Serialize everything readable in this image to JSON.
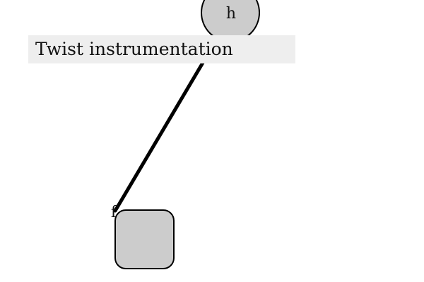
{
  "diagram": {
    "banner_text": "Twist instrumentation",
    "nodes": [
      {
        "id": "h",
        "shape": "circle",
        "label": "h"
      },
      {
        "id": "f",
        "shape": "rounded-square",
        "label": "f"
      }
    ],
    "edges": [
      {
        "from": "h",
        "to": "f"
      }
    ],
    "colors": {
      "node_fill": "#cccccc",
      "node_stroke": "#000000",
      "banner_fill": "#eeeeee",
      "edge": "#000000",
      "text": "#111111",
      "background": "#ffffff"
    }
  }
}
